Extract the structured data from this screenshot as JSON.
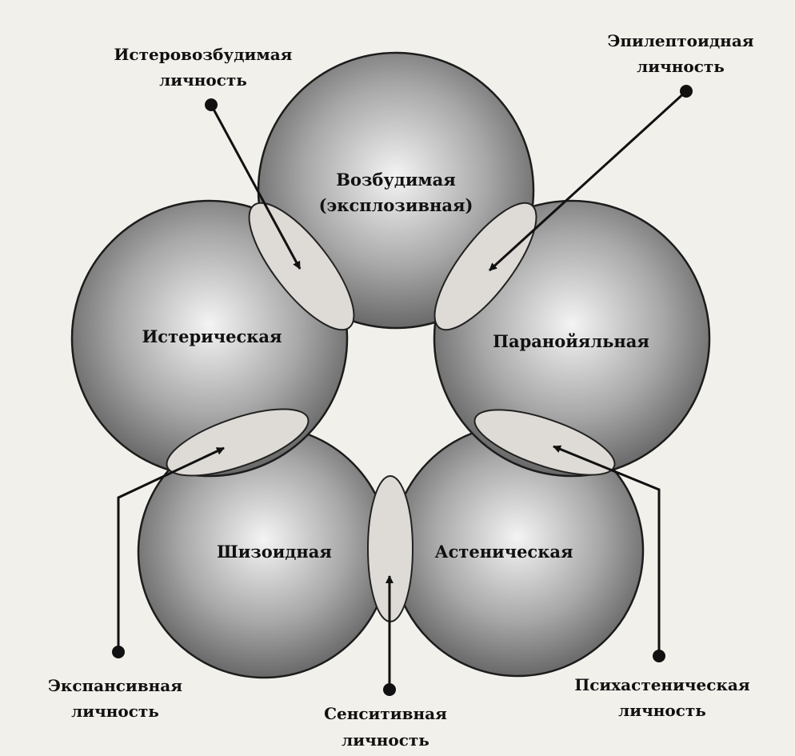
{
  "colors": {
    "sphere_light": "#f4f4f4",
    "sphere_dark": "#5a5a5a",
    "lens_fill": "#dedbd6",
    "ink": "#111111",
    "paper": "#f2f0eb"
  },
  "types": [
    {
      "id": "excitable",
      "lines": [
        "Возбудимая",
        "(эксплозивная)"
      ]
    },
    {
      "id": "hysterical",
      "lines": [
        "Истерическая"
      ]
    },
    {
      "id": "paranoid",
      "lines": [
        "Паранойяльная"
      ]
    },
    {
      "id": "schizoid",
      "lines": [
        "Шизоидная"
      ]
    },
    {
      "id": "asthenic",
      "lines": [
        "Астеническая"
      ]
    }
  ],
  "overlaps": [
    {
      "id": "hystero-excitable",
      "between": [
        "hysterical",
        "excitable"
      ],
      "lines": [
        "Истеровозбудимая",
        "личность"
      ]
    },
    {
      "id": "epileptoid",
      "between": [
        "excitable",
        "paranoid"
      ],
      "lines": [
        "Эпилептоидная",
        "личность"
      ]
    },
    {
      "id": "expansive",
      "between": [
        "hysterical",
        "schizoid"
      ],
      "lines": [
        "Экспансивная",
        "личность"
      ]
    },
    {
      "id": "sensitive",
      "between": [
        "schizoid",
        "asthenic"
      ],
      "lines": [
        "Сенситивная",
        "личность"
      ]
    },
    {
      "id": "psychasthenic",
      "between": [
        "paranoid",
        "asthenic"
      ],
      "lines": [
        "Психастеническая",
        "личность"
      ]
    }
  ]
}
